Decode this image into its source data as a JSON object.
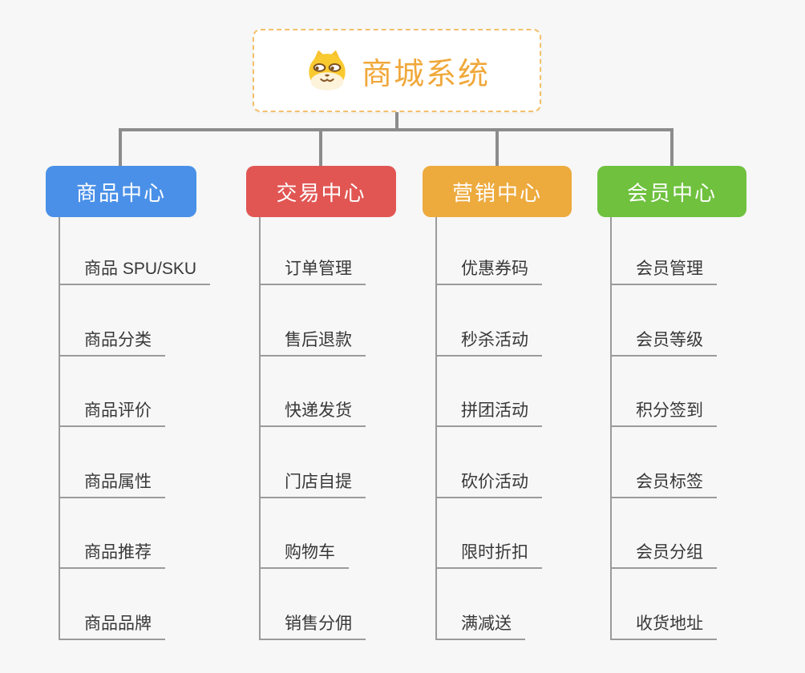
{
  "root": {
    "title": "商城系统",
    "icon": "shiba-dog-face-icon",
    "title_color": "#f0a83a",
    "border_color": "#f3c06a"
  },
  "branches": [
    {
      "label": "商品中心",
      "color": "#4a90e8",
      "items": [
        "商品 SPU/SKU",
        "商品分类",
        "商品评价",
        "商品属性",
        "商品推荐",
        "商品品牌"
      ]
    },
    {
      "label": "交易中心",
      "color": "#e15653",
      "items": [
        "订单管理",
        "售后退款",
        "快递发货",
        "门店自提",
        "购物车",
        "销售分佣"
      ]
    },
    {
      "label": "营销中心",
      "color": "#edaa3d",
      "items": [
        "优惠券码",
        "秒杀活动",
        "拼团活动",
        "砍价活动",
        "限时折扣",
        "满减送"
      ]
    },
    {
      "label": "会员中心",
      "color": "#6fc13e",
      "items": [
        "会员管理",
        "会员等级",
        "积分签到",
        "会员标签",
        "会员分组",
        "收货地址"
      ]
    }
  ],
  "colors": {
    "background": "#f7f7f7",
    "connector": "#8c8c8c",
    "branch_line": "#9b9b9b",
    "leaf_text": "#383838"
  }
}
